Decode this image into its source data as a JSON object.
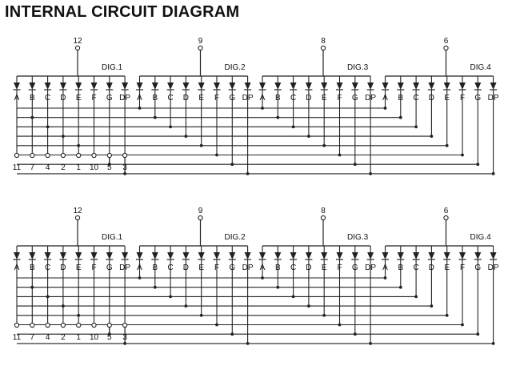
{
  "page": {
    "title": "INTERNAL CIRCUIT DIAGRAM"
  },
  "diagrams": [
    {
      "digits": [
        {
          "name": "DIG.1",
          "common_pin": "12"
        },
        {
          "name": "DIG.2",
          "common_pin": "9"
        },
        {
          "name": "DIG.3",
          "common_pin": "8"
        },
        {
          "name": "DIG.4",
          "common_pin": "6"
        }
      ],
      "segments": [
        "A",
        "B",
        "C",
        "D",
        "E",
        "F",
        "G",
        "DP"
      ],
      "segment_pins": [
        "11",
        "7",
        "4",
        "2",
        "1",
        "10",
        "5",
        "3"
      ]
    },
    {
      "digits": [
        {
          "name": "DIG.1",
          "common_pin": "12"
        },
        {
          "name": "DIG.2",
          "common_pin": "9"
        },
        {
          "name": "DIG.3",
          "common_pin": "8"
        },
        {
          "name": "DIG.4",
          "common_pin": "6"
        }
      ],
      "segments": [
        "A",
        "B",
        "C",
        "D",
        "E",
        "F",
        "G",
        "DP"
      ],
      "segment_pins": [
        "11",
        "7",
        "4",
        "2",
        "1",
        "10",
        "5",
        "3"
      ]
    }
  ],
  "colors": {
    "line": "#222222",
    "text": "#111111",
    "background": "#ffffff"
  }
}
